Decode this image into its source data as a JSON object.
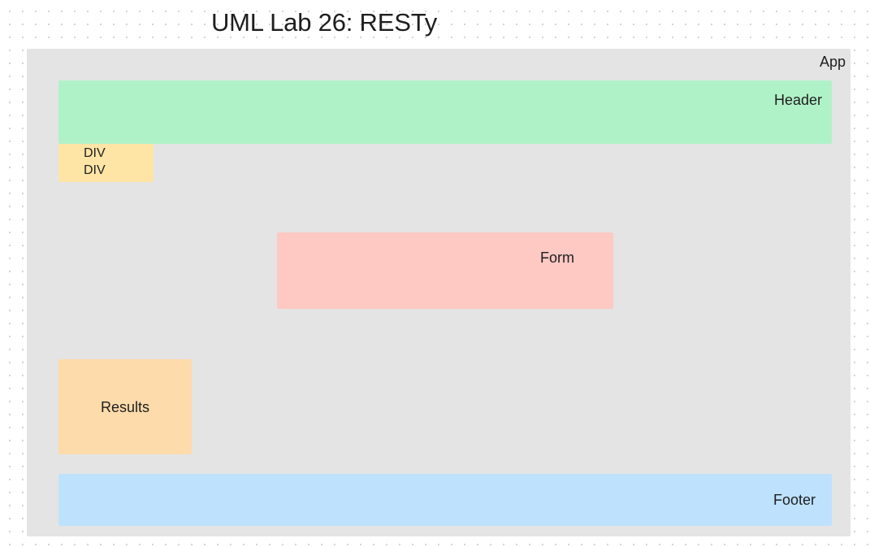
{
  "title": "UML Lab 26: RESTy",
  "app": {
    "label": "App",
    "color": "#e4e4e4"
  },
  "header": {
    "label": "Header",
    "color": "#b0f2c8"
  },
  "div_box": {
    "labels": [
      "DIV",
      "DIV"
    ],
    "color": "#fee5a6"
  },
  "form": {
    "label": "Form",
    "color": "#fec8c3"
  },
  "results": {
    "label": "Results",
    "color": "#fedbab"
  },
  "footer": {
    "label": "Footer",
    "color": "#bee2fd"
  }
}
